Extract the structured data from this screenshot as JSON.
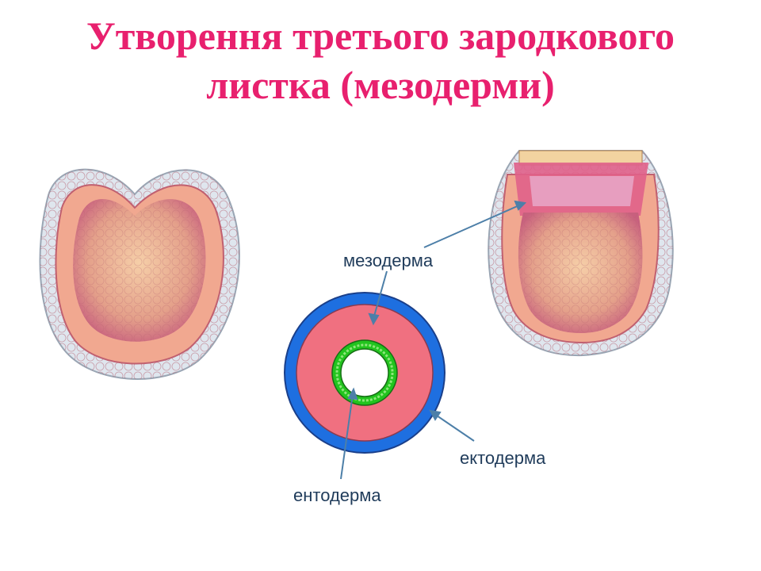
{
  "title": {
    "line1": "Утворення третього зародкового",
    "line2": "листка (мезодерми)"
  },
  "labels": {
    "mesoderm": "мезодерма",
    "ectoderm": "ектодерма",
    "endoderm": "ентодерма"
  },
  "colors": {
    "title": "#e8206e",
    "ectoderm": "#1e6fe0",
    "mesoderm": "#f07080",
    "endoderm": "#22c41e",
    "pointer": "#4d7fa8"
  }
}
